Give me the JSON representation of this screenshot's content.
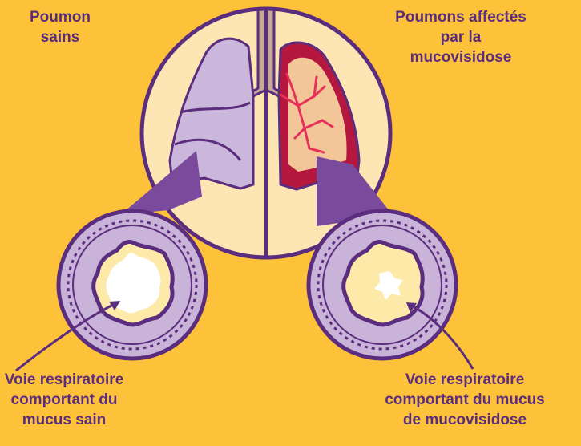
{
  "labels": {
    "healthy_lung": "Poumon\nsains",
    "cf_lung": "Poumons affectés\npar la\nmucovisidose",
    "healthy_airway": "Voie respiratoire\ncomportant du\nmucus sain",
    "cf_airway": "Voie respiratoire\ncomportant du mucus\nde mucovisidose"
  },
  "colors": {
    "background": "#fec23a",
    "text": "#5b2d7e",
    "outline": "#5b2d7e",
    "circle_fill": "#fde6b4",
    "healthy_lung": "#cbb6dc",
    "cf_lung": "#b5173f",
    "cf_lung_inner": "#f3c69a",
    "bronchi": "#e8315a",
    "trachea": "#c6a99a",
    "airway_wall": "#c9b3d8",
    "mucus_healthy": "#ffffff",
    "mucus_cf": "#fde9a8"
  }
}
